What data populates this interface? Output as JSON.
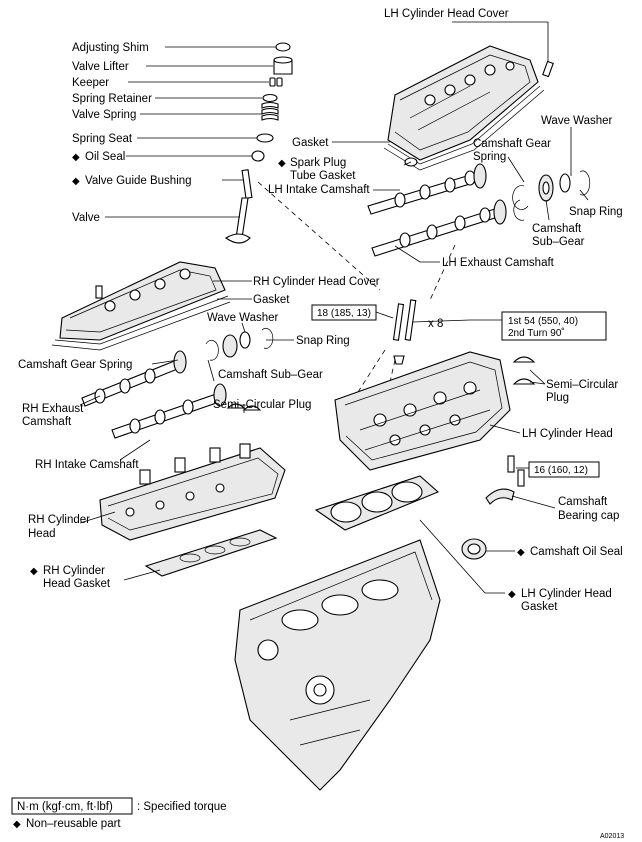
{
  "labels": {
    "lh_cylinder_head_cover": "LH Cylinder Head Cover",
    "adjusting_shim": "Adjusting Shim",
    "valve_lifter": "Valve Lifter",
    "keeper": "Keeper",
    "spring_retainer": "Spring Retainer",
    "valve_spring": "Valve Spring",
    "spring_seat": "Spring Seat",
    "oil_seal": "Oil Seal",
    "valve_guide_bushing": "Valve Guide Bushing",
    "valve": "Valve",
    "gasket_lh": "Gasket",
    "spark_plug_line1": "Spark Plug",
    "spark_plug_line2": "Tube Gasket",
    "lh_intake_camshaft": "LH Intake Camshaft",
    "camshaft_gear_spring_lh_line1": "Camshaft Gear",
    "camshaft_gear_spring_lh_line2": "Spring",
    "wave_washer_lh": "Wave Washer",
    "snap_ring_lh": "Snap Ring",
    "camshaft_sub_gear_lh_line1": "Camshaft",
    "camshaft_sub_gear_lh_line2": "Sub–Gear",
    "lh_exhaust_camshaft": "LH Exhaust Camshaft",
    "rh_cylinder_head_cover": "RH Cylinder Head Cover",
    "gasket_rh": "Gasket",
    "wave_washer_rh": "Wave Washer",
    "snap_ring_rh": "Snap Ring",
    "camshaft_gear_spring_rh": "Camshaft Gear Spring",
    "camshaft_sub_gear_rh": "Camshaft Sub–Gear",
    "semi_circular_plug_rh": "Semi–Circular Plug",
    "rh_exhaust_camshaft_line1": "RH Exhaust",
    "rh_exhaust_camshaft_line2": "Camshaft",
    "rh_intake_camshaft": "RH Intake Camshaft",
    "rh_cylinder_head_line1": "RH Cylinder",
    "rh_cylinder_head_line2": "Head",
    "rh_cylinder_head_gasket_line1": "RH Cylinder",
    "rh_cylinder_head_gasket_line2": "Head Gasket",
    "semi_circular_plug_lh_line1": "Semi–Circular",
    "semi_circular_plug_lh_line2": "Plug",
    "lh_cylinder_head": "LH Cylinder Head",
    "camshaft_bearing_cap_line1": "Camshaft",
    "camshaft_bearing_cap_line2": "Bearing cap",
    "camshaft_oil_seal": "Camshaft Oil Seal",
    "lh_cylinder_head_gasket_line1": "LH Cylinder Head",
    "lh_cylinder_head_gasket_line2": "Gasket"
  },
  "torque": {
    "bolt_head": "18 (185, 13)",
    "bolt_count": "x 8",
    "head_bolt_line1": "1st 54 (550, 40)",
    "head_bolt_line2": "2nd Turn 90˚",
    "bearing_cap": "16 (160, 12)"
  },
  "legend": {
    "unit_box": "N·m (kgf·cm, ft·lbf)",
    "unit_desc": ": Specified torque",
    "non_reusable": "Non–reusable part"
  },
  "figure_code": "A02013",
  "icons": {
    "non_reusable_marker": "diamond-icon"
  }
}
